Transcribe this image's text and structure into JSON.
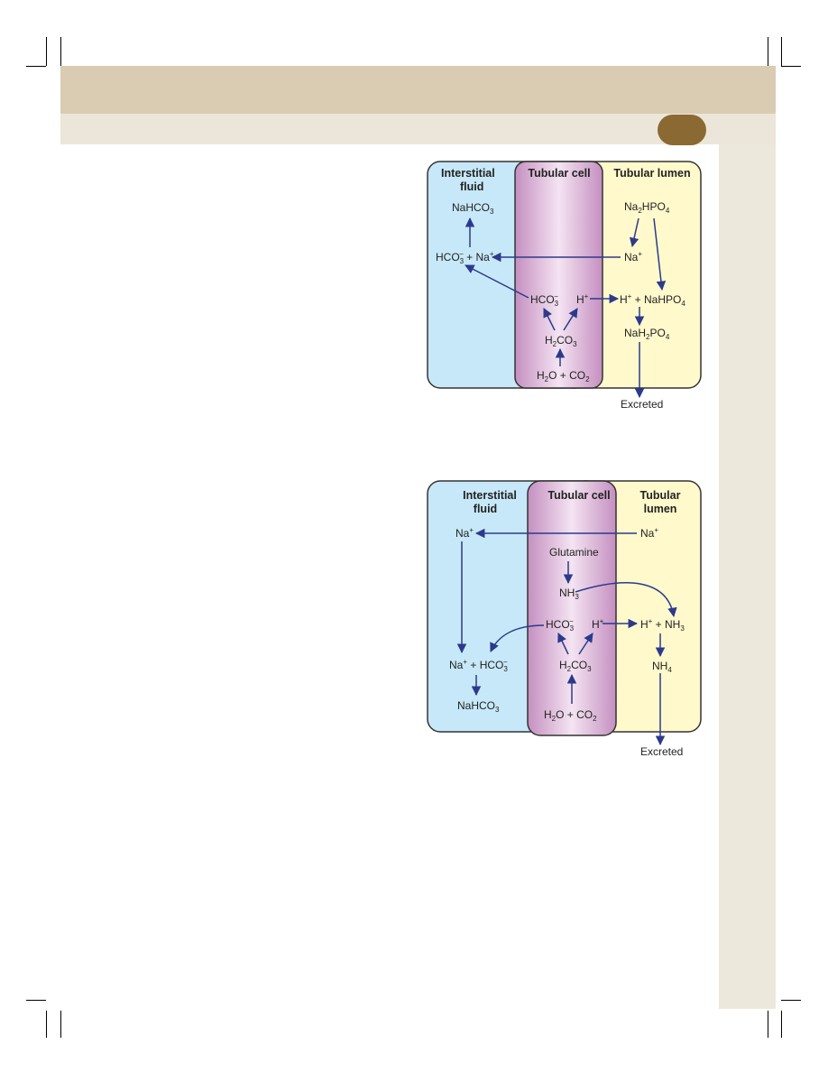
{
  "colors": {
    "header_band": "#d9ccb3",
    "sub_band": "#ece6da",
    "side_column": "#ede8dc",
    "page_badge": "#8a6a32",
    "interstitial": "#c7e8f8",
    "tubular_cell": "#d6a6d2",
    "tubular_lumen": "#fff9cc",
    "arrow": "#2b3a8c"
  },
  "fig1": {
    "headers": {
      "interstitial_1": "Interstitial",
      "interstitial_2": "fluid",
      "cell": "Tubular cell",
      "lumen": "Tubular lumen"
    },
    "labels": {
      "nahco3": {
        "main": "NaHCO",
        "sub": "3"
      },
      "hco3_na": {
        "a": "HCO",
        "sub": "3",
        "sup": "−",
        "b": " + Na",
        "sup2": "+"
      },
      "na2hpo4": {
        "a": "Na",
        "sub": "2",
        "b": "HPO",
        "sub2": "4"
      },
      "na_plus": {
        "main": "Na",
        "sup": "+"
      },
      "cell_hco3": {
        "main": "HCO",
        "sub": "3",
        "sup": "−"
      },
      "cell_h": {
        "main": "H",
        "sup": "+"
      },
      "h_nahpo4": {
        "a": "H",
        "sup": "+",
        "b": " + NaHPO",
        "sub": "4"
      },
      "h2co3": {
        "a": "H",
        "sub": "2",
        "b": "CO",
        "sub2": "3"
      },
      "nah2po4": {
        "a": "NaH",
        "sub": "2",
        "b": "PO",
        "sub2": "4"
      },
      "h2o_co2": {
        "a": "H",
        "sub": "2",
        "b": "O + CO",
        "sub2": "2"
      },
      "excreted": "Excreted"
    }
  },
  "fig2": {
    "headers": {
      "interstitial_1": "Interstitial",
      "interstitial_2": "fluid",
      "cell": "Tubular cell",
      "lumen_1": "Tubular",
      "lumen_2": "lumen"
    },
    "labels": {
      "na_left": {
        "main": "Na",
        "sup": "+"
      },
      "na_right": {
        "main": "Na",
        "sup": "+"
      },
      "glutamine": "Glutamine",
      "nh3": {
        "main": "NH",
        "sub": "3"
      },
      "cell_hco3": {
        "main": "HCO",
        "sub": "3",
        "sup": "−"
      },
      "cell_h": {
        "main": "H",
        "sup": "+"
      },
      "h_nh3": {
        "a": "H",
        "sup": "+",
        "b": " + NH",
        "sub": "3"
      },
      "na_hco3": {
        "a": "Na",
        "sup": "+",
        "b": " + HCO",
        "sub": "3",
        "sup2": "−"
      },
      "h2co3": {
        "a": "H",
        "sub": "2",
        "b": "CO",
        "sub2": "3"
      },
      "nh4": {
        "main": "NH",
        "sub": "4"
      },
      "nahco3": {
        "main": "NaHCO",
        "sub": "3"
      },
      "h2o_co2": {
        "a": "H",
        "sub": "2",
        "b": "O + CO",
        "sub2": "2"
      },
      "excreted": "Excreted"
    }
  }
}
